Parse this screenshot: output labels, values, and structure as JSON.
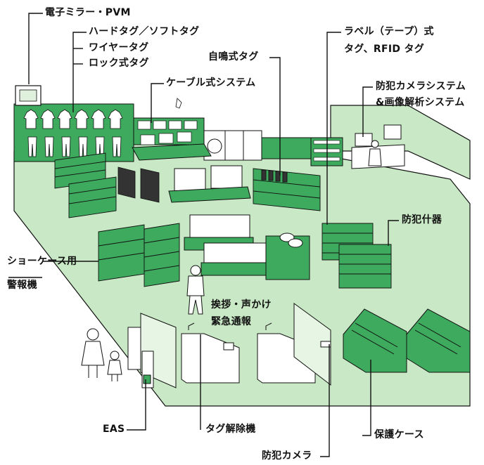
{
  "colors": {
    "floor": "#c9e8c5",
    "fixture": "#3daa5e",
    "fixture_dark": "#1f7a3c",
    "line": "#111111"
  },
  "labels": {
    "mirror_pvm": "電子ミラー・PVM",
    "hard_soft_tag": "ハードタグ／ソフトタグ",
    "wire_tag": "ワイヤータグ",
    "lock_tag": "ロック式タグ",
    "cable_system": "ケーブル式システム",
    "self_alarm_tag": "自鳴式タグ",
    "label_tag_line1": "ラベル（テープ）式",
    "label_tag_line2": "タグ、RFID タグ",
    "camera_system_line1": "防犯カメラシステム",
    "camera_system_line2": "&画像解析システム",
    "showcase_alarm_line1": "ショーケース用",
    "showcase_alarm_line2": "警報機",
    "security_fixture": "防犯什器",
    "greeting_line1": "挨拶・声かけ",
    "greeting_line2": "緊急通報",
    "eas": "EAS",
    "tag_remover": "タグ解除機",
    "protective_case": "保護ケース",
    "security_camera": "防犯カメラ"
  }
}
